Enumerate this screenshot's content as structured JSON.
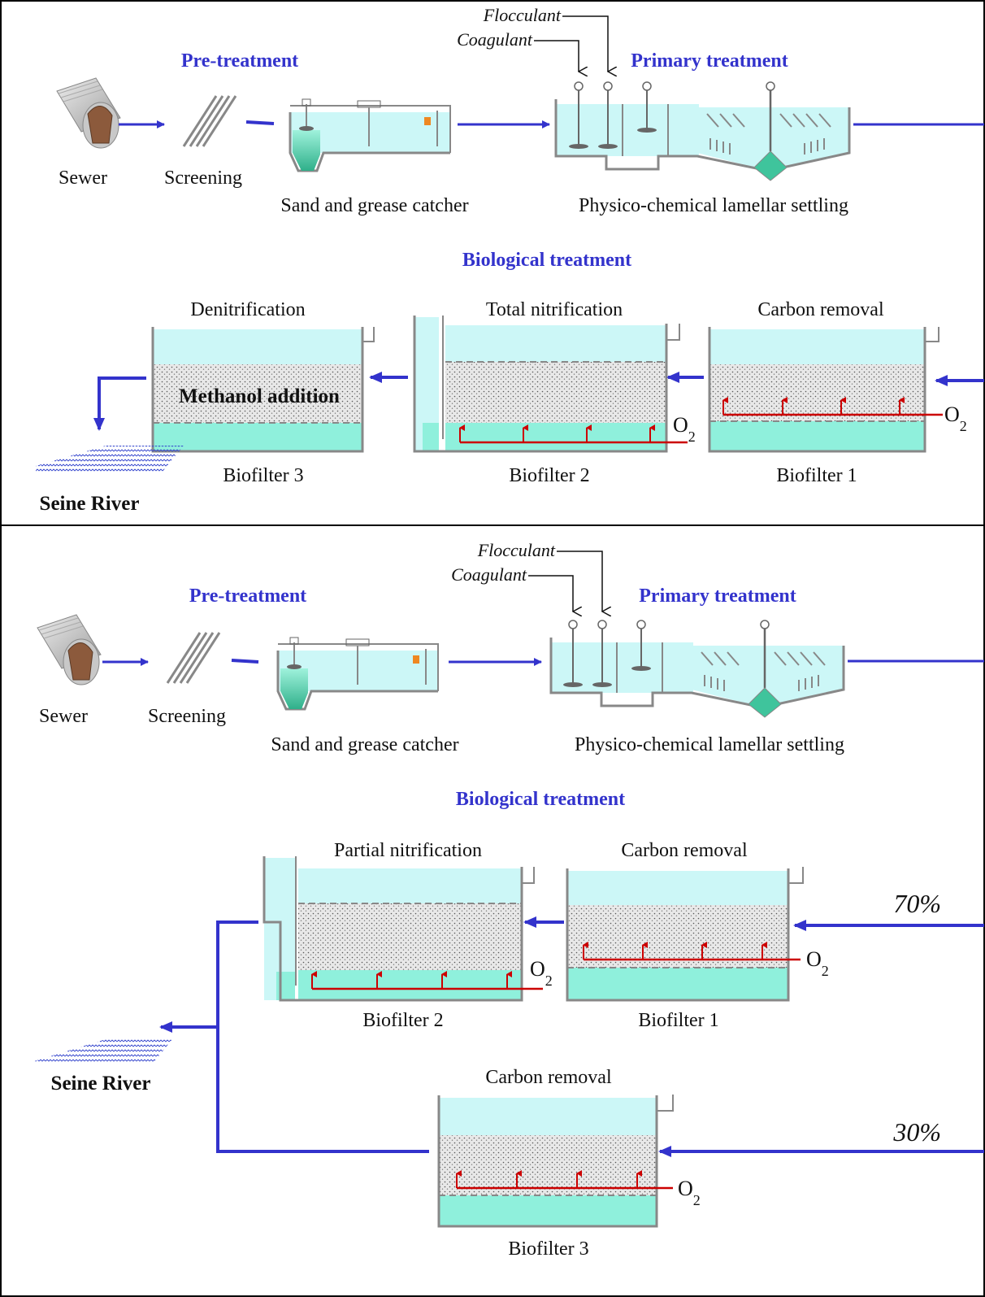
{
  "panel1": {
    "flocculant": "Flocculant",
    "coagulant": "Coagulant",
    "pretreatment": "Pre-treatment",
    "primary": "Primary treatment",
    "sewer": "Sewer",
    "screening": "Screening",
    "sand_grease": "Sand and grease catcher",
    "physico": "Physico-chemical lamellar settling",
    "biological": "Biological treatment",
    "denitrification": "Denitrification",
    "total_nitrification": "Total nitrification",
    "carbon_removal": "Carbon removal",
    "methanol": "Methanol addition",
    "biofilter3": "Biofilter 3",
    "biofilter2": "Biofilter 2",
    "biofilter1": "Biofilter 1",
    "seine": "Seine River",
    "o2": "O",
    "o2_sub": "2"
  },
  "panel2": {
    "flocculant": "Flocculant",
    "coagulant": "Coagulant",
    "pretreatment": "Pre-treatment",
    "primary": "Primary treatment",
    "sewer": "Sewer",
    "screening": "Screening",
    "sand_grease": "Sand and grease catcher",
    "physico": "Physico-chemical lamellar settling",
    "biological": "Biological treatment",
    "partial_nitrification": "Partial nitrification",
    "carbon_removal_a": "Carbon removal",
    "carbon_removal_b": "Carbon removal",
    "biofilter2": "Biofilter 2",
    "biofilter1": "Biofilter 1",
    "biofilter3": "Biofilter 3",
    "pct70": "70%",
    "pct30": "30%",
    "seine": "Seine River",
    "o2": "O",
    "o2_sub": "2"
  },
  "colors": {
    "flow": "#3333cc",
    "water_light": "#ccf7f7",
    "water_mid": "#8ff0dc",
    "media": "#e4e4e4",
    "air": "#cc0000",
    "wall": "#777777"
  }
}
